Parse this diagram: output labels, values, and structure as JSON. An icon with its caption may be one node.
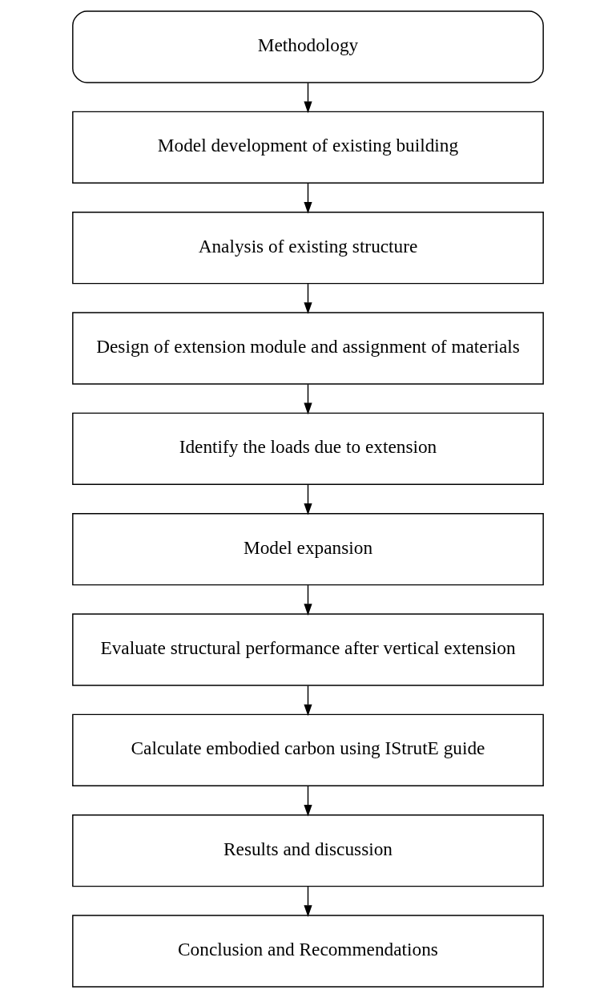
{
  "diagram": {
    "nodes": [
      {
        "text": [
          "Methodology"
        ]
      },
      {
        "text": [
          "Model development of existing building"
        ]
      },
      {
        "text": [
          "Analysis of existing structure"
        ]
      },
      {
        "text": [
          "Design of extension module and assignment of materials"
        ]
      },
      {
        "text": [
          "Identify the loads due to extension"
        ]
      },
      {
        "text": [
          "Model expansion"
        ]
      },
      {
        "text": [
          "Evaluate structural performance after vertical extension"
        ]
      },
      {
        "text": [
          "Calculate embodied carbon using IStrutE guide"
        ]
      },
      {
        "text": [
          "Results and discussion"
        ]
      },
      {
        "text": [
          "Conclusion and Recommendations"
        ]
      }
    ],
    "edges": [
      {
        "from": 0,
        "to": 1,
        "arrow": "to"
      },
      {
        "from": 1,
        "to": 2,
        "arrow": "to"
      },
      {
        "from": 2,
        "to": 3,
        "arrow": "to"
      },
      {
        "from": 3,
        "to": 4,
        "arrow": "to"
      },
      {
        "from": 4,
        "to": 5,
        "arrow": "to"
      },
      {
        "from": 5,
        "to": 6,
        "arrow": "to"
      },
      {
        "from": 6,
        "to": 7,
        "arrow": "to"
      },
      {
        "from": 7,
        "to": 8,
        "arrow": "to"
      },
      {
        "from": 8,
        "to": 9,
        "arrow": "to"
      }
    ]
  }
}
